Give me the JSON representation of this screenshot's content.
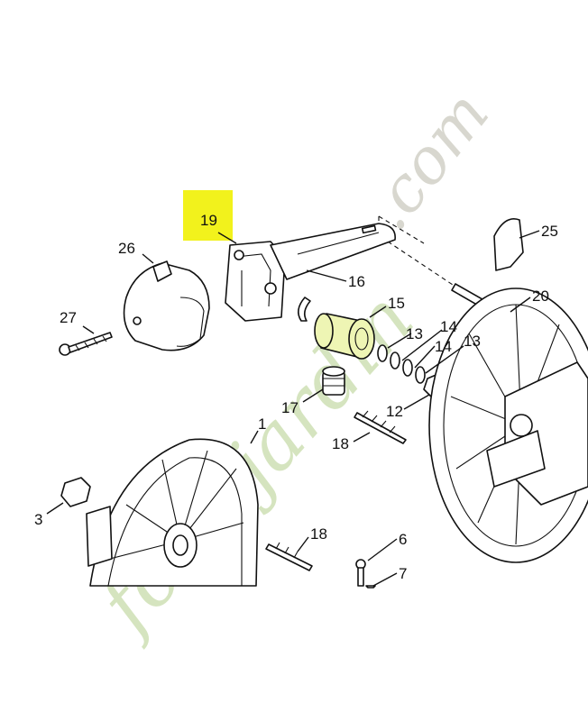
{
  "highlight_color": "#f2f21c",
  "accent_green": "#eef5b4",
  "watermark": {
    "text": "foretjardin.com",
    "colors": [
      "#7fae3a",
      "#e9a43a",
      "#b9b8a8"
    ]
  },
  "callouts": {
    "p1": "1",
    "p3": "3",
    "p6": "6",
    "p7": "7",
    "p12": "12",
    "p13a": "13",
    "p13b": "13",
    "p14a": "14",
    "p14b": "14",
    "p15": "15",
    "p16": "16",
    "p17": "17",
    "p18a": "18",
    "p18b": "18",
    "p19": "19",
    "p20": "20",
    "p25": "25",
    "p26": "26",
    "p27": "27"
  }
}
